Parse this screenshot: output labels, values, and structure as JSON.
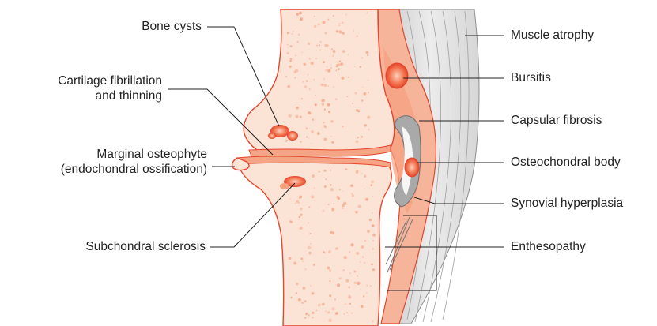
{
  "labels": {
    "left": {
      "bone_cysts": "Bone cysts",
      "cartilage_fibrillation": [
        "Cartilage fibrillation",
        "and thinning"
      ],
      "marginal_osteophyte": [
        "Marginal osteophyte",
        "(endochondral ossification)"
      ],
      "subchondral_sclerosis": "Subchondral sclerosis"
    },
    "right": {
      "muscle_atrophy": "Muscle atrophy",
      "bursitis": "Bursitis",
      "capsular_fibrosis": "Capsular fibrosis",
      "osteochondral_body": "Osteochondral body",
      "synovial_hyperplasia": "Synovial hyperplasia",
      "enthesopathy": "Enthesopathy"
    }
  },
  "colors": {
    "bone_fill": "#fbe3d6",
    "bone_outline": "#e4452c",
    "lesion": "#f26a45",
    "cartilage": "#f5a585",
    "capsule": "#f6b49a",
    "synovium_gray": "#a9a9a9",
    "muscle": "#e2e2e2",
    "leader_line": "#222222"
  }
}
